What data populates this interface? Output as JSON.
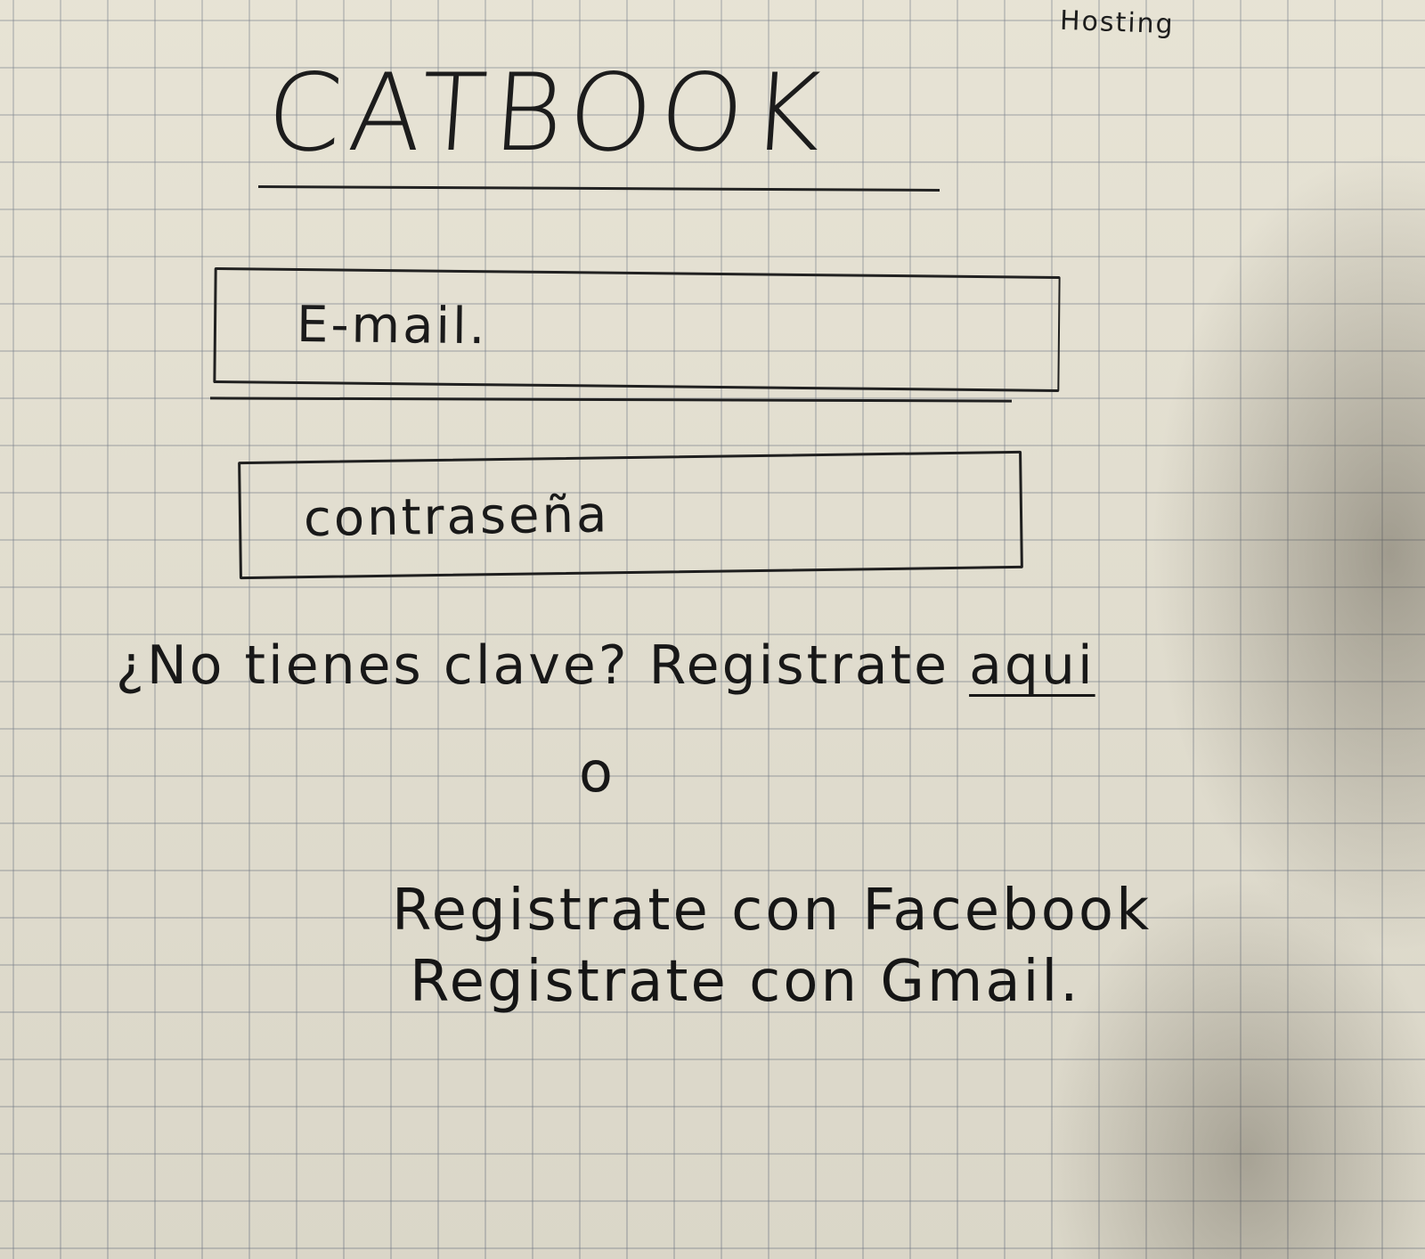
{
  "sketch": {
    "margin_note": "Hosting",
    "logo": "CATBOOK",
    "email_label": "E-mail.",
    "password_label": "contraseña",
    "register_prompt": "¿No tienes clave? Registrate ",
    "register_link": "aqui",
    "divider": "o",
    "facebook_link": "Registrate con Facebook",
    "gmail_link": "Registrate con Gmail."
  }
}
